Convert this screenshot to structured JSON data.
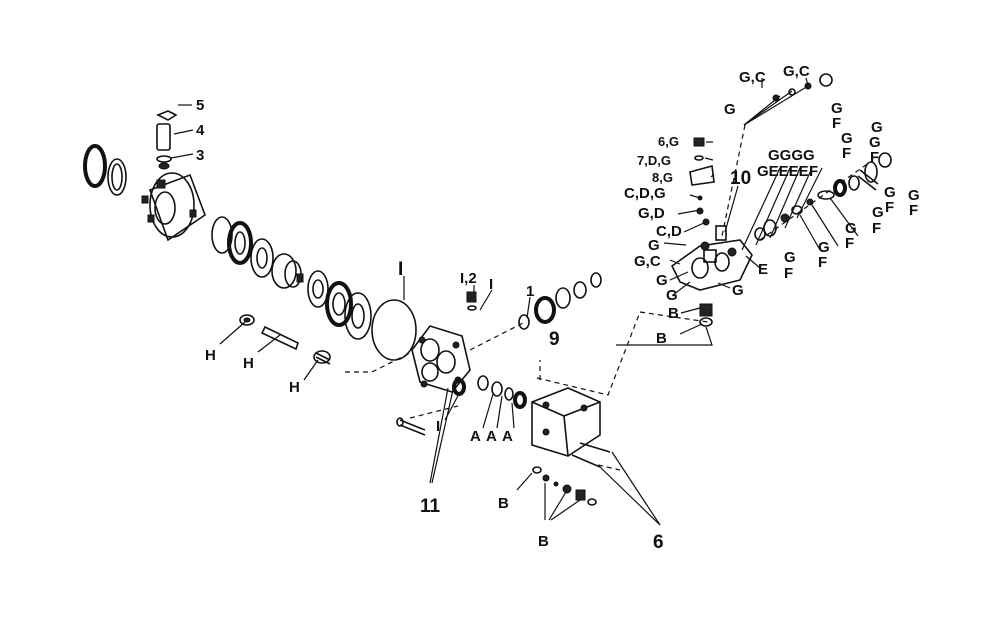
{
  "labels": {
    "l5": "5",
    "l4": "4",
    "l3": "3",
    "gc1": "G,C",
    "gc2": "G,C",
    "g_top": "G",
    "g6": "6,G",
    "g7": "7,D,G",
    "g8": "8,G",
    "n10": "10",
    "gggg": "GGGG",
    "eeee": "GEEEE",
    "f_a": "F",
    "cdg": "C,D,G",
    "gd": "G,D",
    "cd": "C,D",
    "g_l1": "G",
    "gc3": "G,C",
    "g_l2": "G",
    "g_l3": "G",
    "g_l4": "G",
    "e_mid": "E",
    "b1": "B",
    "b2": "B",
    "g_r1": "G",
    "f_r1": "F",
    "g_r2": "G",
    "f_r2": "F",
    "g_r3": "G",
    "g_r4": "G",
    "f_r3": "F",
    "g_r5": "G",
    "f_r4": "F",
    "g_r6": "G",
    "f_r5": "F",
    "g_r7": "G",
    "f_r6": "F",
    "g_r8": "G",
    "f_r7": "F",
    "g_r9": "G",
    "f_r8": "F",
    "g_r10": "G",
    "f_r9": "F",
    "i_top": "I",
    "i12": "I,2",
    "i_small": "I",
    "n1": "1",
    "n9": "9",
    "h1": "H",
    "h2": "H",
    "h3": "H",
    "i_low": "I",
    "a1": "A",
    "a2": "A",
    "a3": "A",
    "n11": "11",
    "b3": "B",
    "b4": "B",
    "n6": "6"
  }
}
